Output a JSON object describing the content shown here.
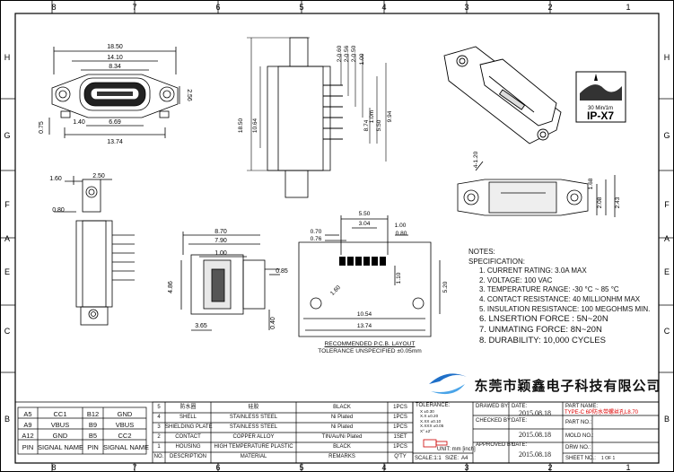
{
  "frame": {
    "top_numbers": [
      "8",
      "7",
      "6",
      "5",
      "4",
      "3",
      "2",
      "1"
    ],
    "bottom_numbers": [
      "8",
      "7",
      "6",
      "5",
      "4",
      "3",
      "2",
      "1"
    ],
    "left_letters": [
      "H",
      "G",
      "F",
      "E",
      "A",
      "C",
      "B"
    ],
    "right_letters": [
      "H",
      "G",
      "F",
      "E",
      "A",
      "C",
      "B"
    ]
  },
  "dims": {
    "front": {
      "d1": "18.50",
      "d2": "14.10",
      "d3": "8.34",
      "d4": "2.56",
      "d5": "0.75",
      "d6": "1.40",
      "d7": "6.69",
      "d8": "13.74"
    },
    "top": {
      "d1": "2-0.60",
      "d2": "2-0.56",
      "d3": "2-0.50",
      "d4": "1.00",
      "d5": "18.50",
      "d6": "10.64",
      "d7": "9.94",
      "d8": "1.0m",
      "d9": "5.50",
      "d10": "8.74"
    },
    "side": {
      "d1": "1.60",
      "d2": "2.50",
      "d3": "0.80"
    },
    "mid": {
      "d1": "8.70",
      "d2": "7.90",
      "d3": "1.00",
      "d4": "0.85",
      "d5": "4.86",
      "d6": "0.40",
      "d7": "3.65"
    },
    "pcb": {
      "d1": "5.50",
      "d2": "3.04",
      "d3": "0.70",
      "d4": "0.76",
      "d5": "1.00",
      "d6": "0.80",
      "d7": "1.60",
      "d8": "1.10",
      "d9": "5.20",
      "d10": "10.54",
      "d11": "13.74"
    },
    "bottom": {
      "d1": "4-1.20",
      "d2": "1.68",
      "d3": "2.08",
      "d4": "2.43"
    }
  },
  "ip": {
    "rating_top": "30 Min/1m",
    "rating": "IP-X7"
  },
  "notes": {
    "title1": "NOTES:",
    "title2": "SPECIFICATION:",
    "items": [
      "1. CURRENT RATING: 3.0A MAX",
      "2. VOLTAGE: 100 VAC",
      "3. TEMPERATURE RANGE: -30 °C ~ 85 °C",
      "4. CONTACT RESISTANCE: 40 MILLIONHM MAX",
      "5. INSULATION RESISTANCE: 100 MEGOHMS MIN.",
      "6. LNSERTION FORCE : 5N~20N",
      "7. UNMATING FORCE: 8N~20N",
      "8. DURABILITY:  10,000 CYCLES"
    ]
  },
  "pcb_caption": {
    "line1": "RECOMMENDED  P.C.B. LAYOUT",
    "line2": "TOLERANCE UNSPECIFIED ±0.05mm"
  },
  "pin_table": {
    "rows": [
      [
        "A5",
        "CC1",
        "B12",
        "GND"
      ],
      [
        "A9",
        "VBUS",
        "B9",
        "VBUS"
      ],
      [
        "A12",
        "GND",
        "B5",
        "CC2"
      ]
    ],
    "header": [
      "PIN",
      "SIGNAL NAME",
      "PIN",
      "SIGNAL NAME"
    ]
  },
  "bom": {
    "rows": [
      [
        "5",
        "防水圈",
        "硅胶",
        "BLACK",
        "1PCS"
      ],
      [
        "4",
        "SHELL",
        "STAINLESS STEEL",
        "Ni Plated",
        "1PCS"
      ],
      [
        "3",
        "SHIELDING PLATE",
        "STAINLESS STEEL",
        "Ni Plated",
        "1PCS"
      ],
      [
        "2",
        "CONTACT",
        "COPPER ALLOY",
        "TIN/Au/Ni Plated",
        "1SET"
      ],
      [
        "1",
        "HOUSING",
        "HIGH TEMPERATURE PLASTIC",
        "BLACK",
        "1PCS"
      ]
    ],
    "header": [
      "NO.",
      "DESCRIPTION",
      "MATERIAL",
      "REMARKS",
      "Q'TY"
    ]
  },
  "title_block": {
    "tolerance": "TOLERANCE:",
    "tol_lines": [
      "X  ±0.30",
      "X.X  ±0.20",
      "X.XX  ±0.10",
      "X.XXX  ±0.05",
      "X°  ±2°"
    ],
    "unit": "UNIT: mm [inch]",
    "scale": "SCALE:1:1",
    "size_label": "SIZE:",
    "size": "A4",
    "drawn_by": "DRAWED BY:",
    "checked_by": "CHECKED BY:",
    "approved_by": "APPROVED BY:",
    "date": "DATE:",
    "date1": "2015.08.18",
    "date2": "2015.08.18",
    "date3": "2015.08.18",
    "part_name_label": "PART NAME:",
    "part_name": "TYPE-C 6P防水带螺丝孔L8.70",
    "part_no": "PART NO.:",
    "mold_no": "MOLD NO.:",
    "drw_no": "DRW NO.:",
    "sheet_no": "SHEET NO.:",
    "sheet": "1 OF 1"
  },
  "company": "东莞市颖鑫电子科技有限公司"
}
